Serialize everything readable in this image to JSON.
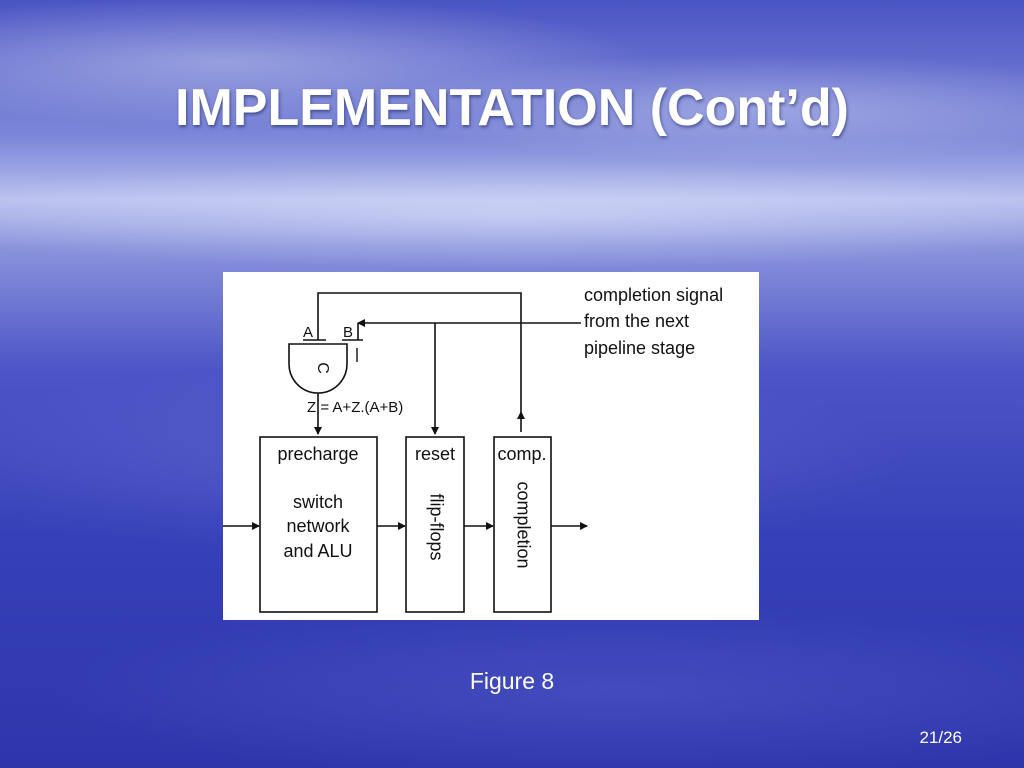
{
  "slide": {
    "title": "IMPLEMENTATION (Cont’d)",
    "caption": "Figure 8",
    "page_number": "21/26"
  },
  "diagram": {
    "gate": {
      "input_a": "A",
      "input_b": "B",
      "symbol": "C",
      "output_expression": "Z = A+Z.(A+B)"
    },
    "blocks": {
      "alu": {
        "header": "precharge",
        "line1": "switch",
        "line2": "network",
        "line3": "and ALU"
      },
      "reset": {
        "header": "reset",
        "body": "flip-flops"
      },
      "comp": {
        "header": "comp.",
        "body": "completion"
      }
    },
    "completion_signal": {
      "line1": "completion signal",
      "line2": "from the next",
      "line3": "pipeline stage"
    }
  }
}
